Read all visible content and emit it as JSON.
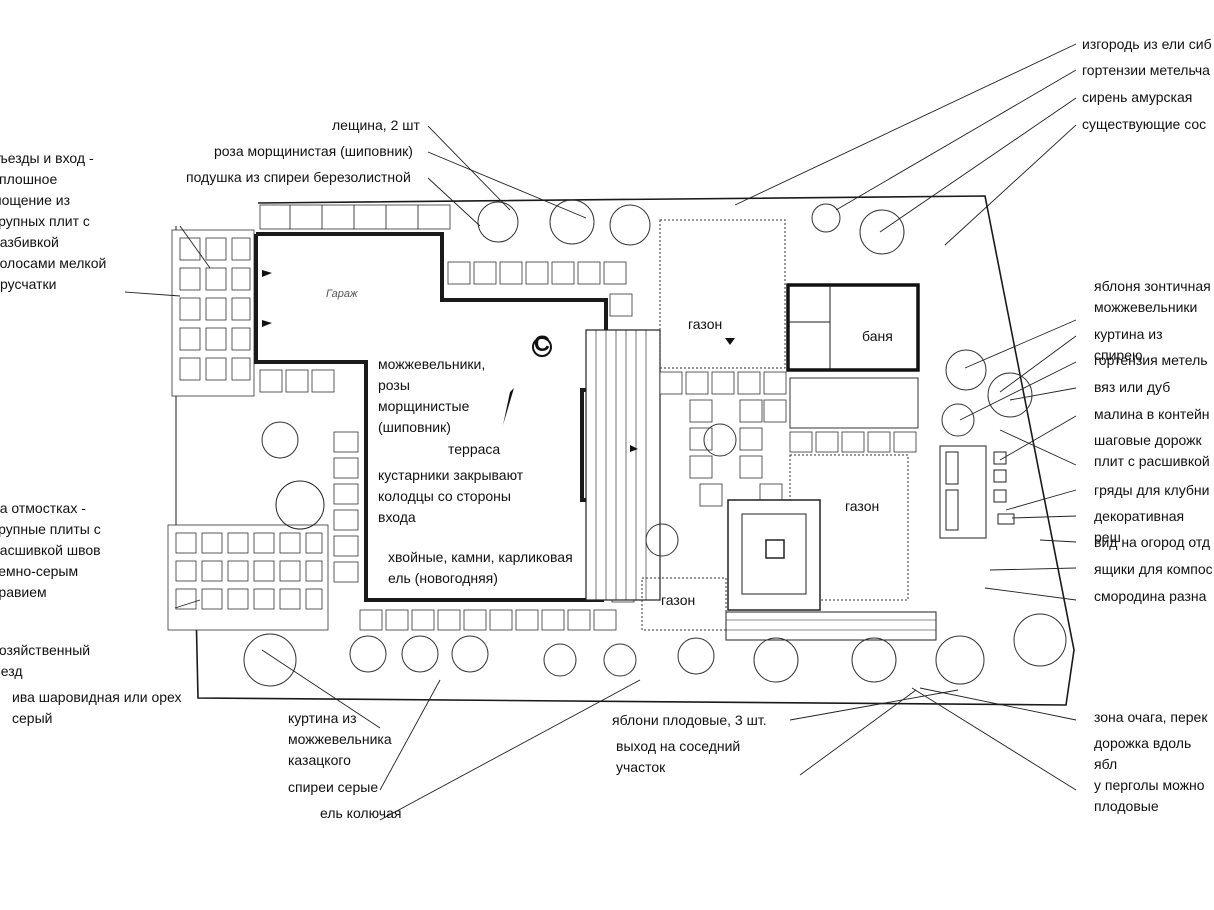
{
  "labels": {
    "left": [
      "въезды и вход -\nсплошное\nмощение из\nкрупных плит с\nразбивкой\nполосами мелкой\nбрусчатки",
      "на отмостках -\nкрупные плиты с\nрасшивкой швов\nтемно-серым\nтравием",
      "хозяйственный\nъезд",
      "ива шаровидная или орех\nсерый"
    ],
    "top": [
      "лещина, 2 шт",
      "роза морщинистая (шиповник)",
      "подушка из спиреи березолистной"
    ],
    "right": [
      "изгородь из ели сиб",
      "гортензии метельча",
      "сирень амурская",
      "существующие сос",
      "яблоня зонтичная\nможжевельники",
      "куртина из спирею",
      "гортензия метель",
      "вяз или дуб",
      "малина в контейн",
      "шаговые дорожк\nплит с расшивкой",
      "гряды для клубни",
      "декоративная реш",
      "вид на огород отд",
      "ящики для компос",
      "смородина разна",
      "зона очага, перек",
      "дорожка вдоль ябл\nу перголы можно\nплодовые"
    ],
    "bottom": [
      "куртина из\nможжевельника\nказацкого",
      "спиреи серые",
      "ель колючая",
      "яблони плодовые, 3 шт.",
      "выход на соседний\nучасток"
    ],
    "inner": {
      "garage": "Гараж",
      "compass": "С",
      "junipers": "можжевельники,\nрозы\nморщинистые\n(шиповник)",
      "terrace": "терраса",
      "shrubs": "кустарники закрывают\nколодцы со стороны\nвхода",
      "conifers": "хвойные, камни, карликовая\nель (новогодняя)",
      "lawn1": "газон",
      "bath": "баня",
      "lawn2": "газон",
      "lawn3": "газон"
    }
  }
}
